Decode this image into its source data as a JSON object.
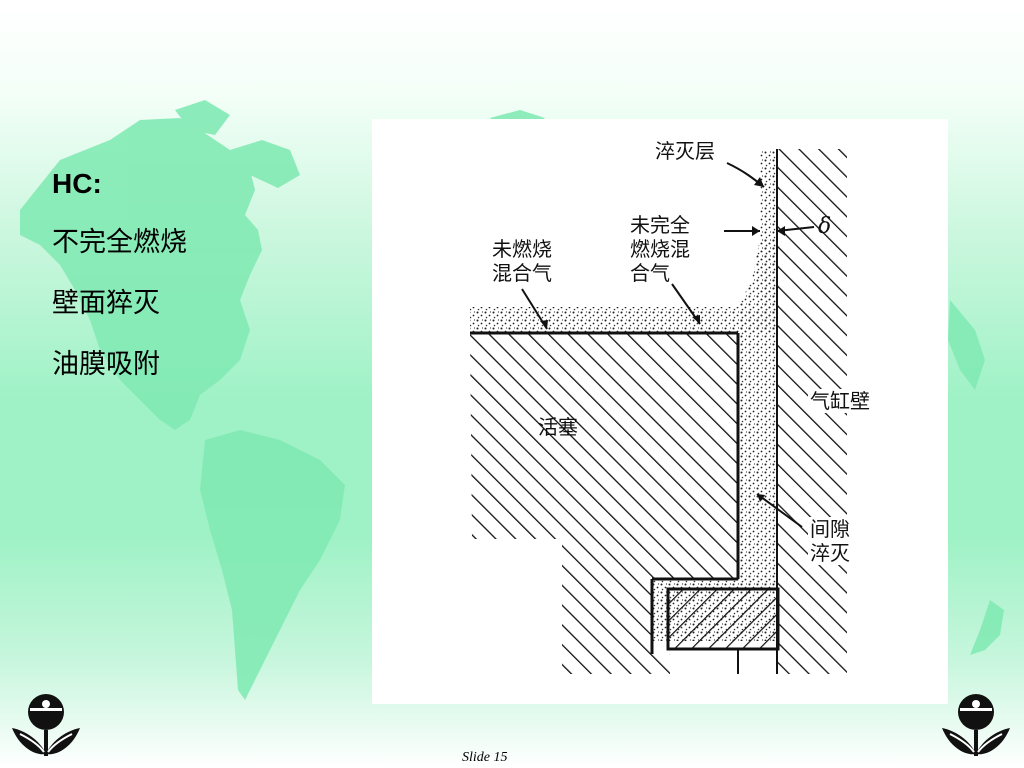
{
  "bullets": {
    "title": "HC:",
    "items": [
      "不完全燃烧",
      "壁面猝灭",
      "油膜吸附"
    ]
  },
  "diagram": {
    "label_quench_layer": "淬灭层",
    "label_partial_line1": "未完全",
    "label_partial_line2": "燃烧混",
    "label_partial_line3": "合气",
    "label_unburned_line1": "未燃烧",
    "label_unburned_line2": "混合气",
    "label_delta": "δ",
    "label_piston": "活塞",
    "label_cylinder_wall": "气缸壁",
    "label_crevice_line1": "间隙",
    "label_crevice_line2": "淬灭"
  },
  "footer": {
    "slide": "Slide 15"
  },
  "colors": {
    "map_green": "#7fecb1",
    "logo_black": "#111111"
  },
  "icons": [
    "world-map-background",
    "logo-icon"
  ]
}
